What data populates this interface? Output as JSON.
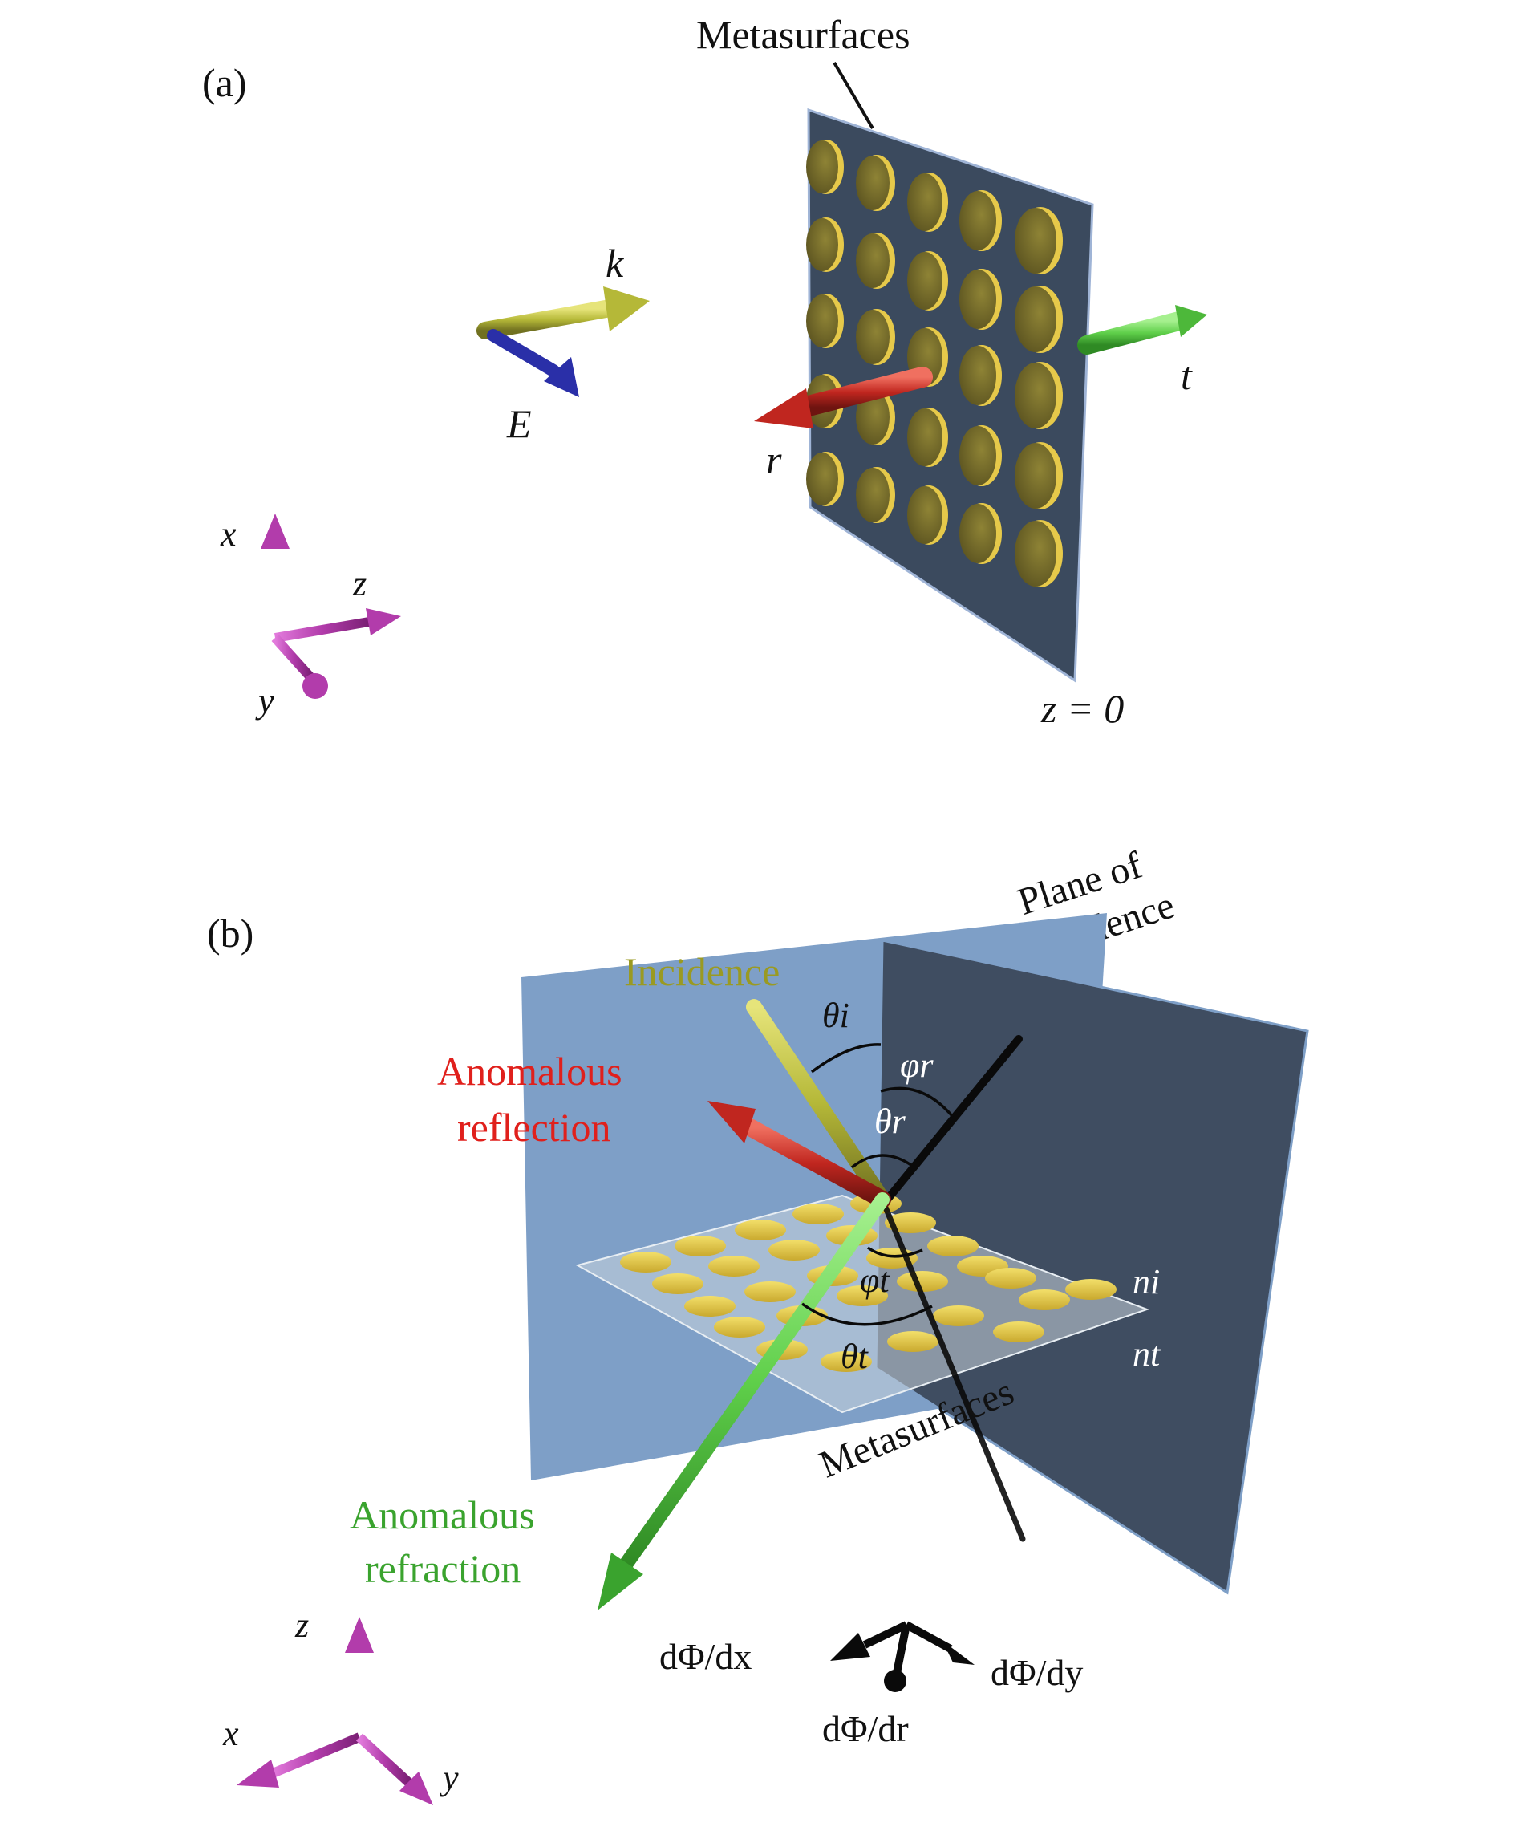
{
  "panel_a": {
    "label": "(a)",
    "metasurface_label": "Metasurfaces",
    "k_label": "k",
    "E_label": "E",
    "t_label": "t",
    "r_label": "r",
    "z0_label": "z = 0",
    "axes": {
      "x": "x",
      "y": "y",
      "z": "z"
    },
    "colors": {
      "k": "#b5b838",
      "E": "#2a2fa8",
      "t": "#5fcf4a",
      "r": "#c0261f",
      "axes": "#b23cab",
      "panel": "#3b4a5e",
      "disk": "#9a8d3a"
    }
  },
  "panel_b": {
    "label": "(b)",
    "plane_label_1": "Plane of",
    "plane_label_2": "incidence",
    "incidence_label": "Incidence",
    "refl_label_1": "Anomalous",
    "refl_label_2": "reflection",
    "refr_label_1": "Anomalous",
    "refr_label_2": "refraction",
    "metasurface_label": "Metasurfaces",
    "theta_i": "θi",
    "theta_r": "θr",
    "phi_r": "φr",
    "phi_t": "φt",
    "theta_t": "θt",
    "n_i": "ni",
    "n_t": "nt",
    "grad_x": "dΦ/dx",
    "grad_y": "dΦ/dy",
    "grad_r": "dΦ/dr",
    "axes": {
      "x": "x",
      "y": "y",
      "z": "z"
    },
    "colors": {
      "incidence": "#9a9a22",
      "reflection": "#e0201c",
      "refraction": "#3aa32e",
      "plane_light": "#7e9fc7",
      "plane_dark": "#3f4d61",
      "axes": "#b23cab"
    }
  }
}
